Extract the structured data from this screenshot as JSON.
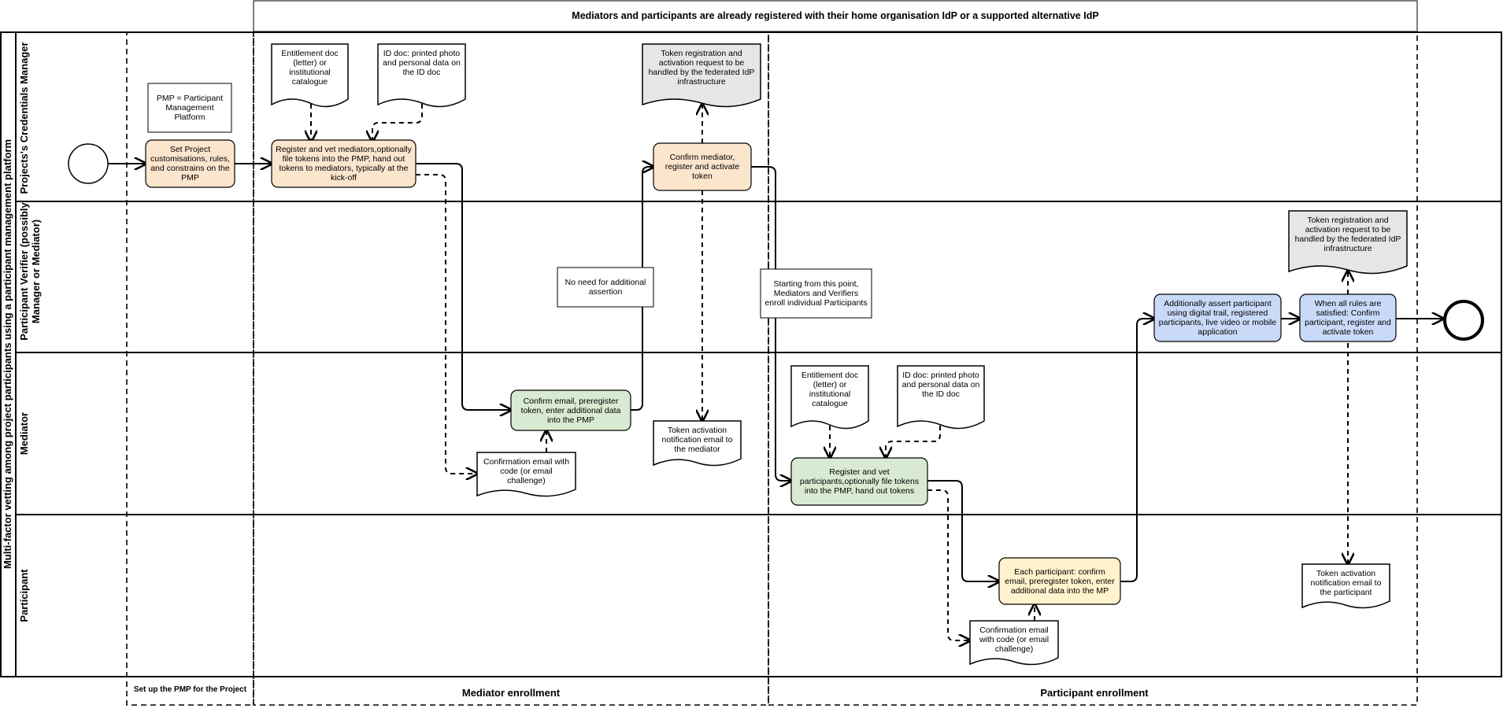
{
  "header": {
    "note": "Mediators and participants are already registered with their home organisation IdP or a supported alternative IdP"
  },
  "pool": {
    "title": "Multi-factor vetting among project participants using a participant management platform"
  },
  "lanes": {
    "credentials_manager": "Projects's Credentials Manager",
    "verifier_line1": "Participant Verifier (possibly",
    "verifier_line2": "Manager or Mediator)",
    "mediator": "Mediator",
    "participant": "Participant"
  },
  "phases": {
    "setup": "Set up the PMP for the Project",
    "mediator_enrollment": "Mediator enrollment",
    "participant_enrollment": "Participant enrollment"
  },
  "annotations": {
    "pmp_definition": "PMP = Participant Management Platform",
    "no_need": "No need for additional assertion",
    "starting_point": "Starting from this point, Mediators and Verifiers enroll individual Participants"
  },
  "tasks": {
    "set_project": "Set Project customisations, rules, and constrains on the PMP",
    "register_mediators": "Register and vet mediators,optionally file tokens into the PMP, hand out tokens to mediators, typically at the kick-off",
    "confirm_mediator": "Confirm mediator, register and activate token",
    "mediator_confirm_email": "Confirm email, preregister token, enter additional data into the PMP",
    "register_participants": "Register and vet participants,optionally file tokens into the PMP, hand out tokens",
    "participant_confirm_email": "Each participant: confirm email, preregister token, enter additional data into the MP",
    "assert_participant": "Additionally assert participant using digital trail, registered participants, live video or mobile application",
    "confirm_participant": "When all rules are satisfied: Confirm participant, register and activate token"
  },
  "documents": {
    "entitlement_doc_1": "Entitlement doc (letter) or institutional catalogue",
    "id_doc_1": "ID doc: printed photo and personal data on the ID doc",
    "token_registration_1": "Token registration and activation request to be handled by the federated IdP infrastructure",
    "mediator_confirmation_email": "Confirmation email with code (or email challenge)",
    "mediator_activation_email": "Token activation notification email to the mediator",
    "entitlement_doc_2": "Entitlement doc (letter) or institutional catalogue",
    "id_doc_2": "ID doc: printed photo and personal data on the ID doc",
    "token_registration_2": "Token registration and activation request to be handled by the federated IdP infrastructure",
    "participant_confirmation_email": "Confirmation email with code (or email challenge)",
    "participant_activation_email": "Token activation notification email to the participant"
  },
  "colors": {
    "manager_task": "#fce5cd",
    "mediator_task": "#d9ead3",
    "participant_task": "#fff2cc",
    "verifier_task": "#c9daf8",
    "system_doc": "#e6e6e6",
    "line": "#000000"
  }
}
